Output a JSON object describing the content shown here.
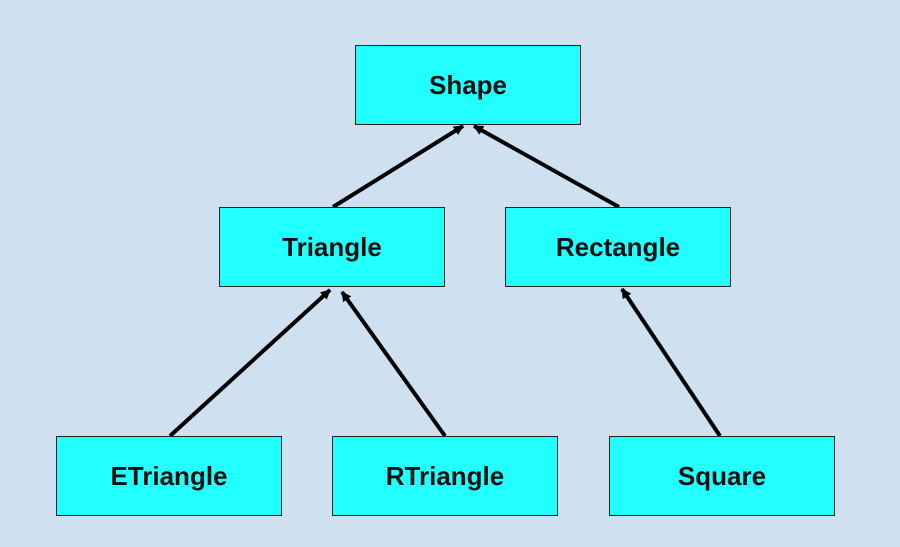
{
  "diagram": {
    "nodes": {
      "shape": "Shape",
      "triangle": "Triangle",
      "rectangle": "Rectangle",
      "etriangle": "ETriangle",
      "rtriangle": "RTriangle",
      "square": "Square"
    },
    "edges": [
      {
        "from": "triangle",
        "to": "shape"
      },
      {
        "from": "rectangle",
        "to": "shape"
      },
      {
        "from": "etriangle",
        "to": "triangle"
      },
      {
        "from": "rtriangle",
        "to": "triangle"
      },
      {
        "from": "square",
        "to": "rectangle"
      }
    ],
    "colors": {
      "background": "#cfe0f0",
      "node_fill": "#22ffff",
      "node_border": "#222222",
      "arrow": "#000000",
      "text": "#111111"
    }
  }
}
